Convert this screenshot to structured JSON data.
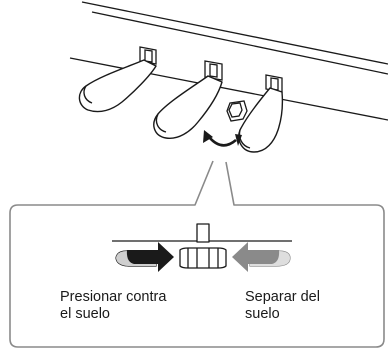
{
  "labels": {
    "press": {
      "line1": "Presionar contra",
      "line2": "el suelo"
    },
    "separate": {
      "line1": "Separar del",
      "line2": "suelo"
    }
  },
  "colors": {
    "outline": "#1a1a1a",
    "arrow_press": "#1a1a1a",
    "arrow_separate": "#8a8a8a",
    "callout_border": "#8a8a8a"
  },
  "icons": {
    "press_arrow": "curved-arrow-right",
    "separate_arrow": "curved-arrow-left",
    "rotate_arrow": "double-headed-curved-arrow"
  }
}
